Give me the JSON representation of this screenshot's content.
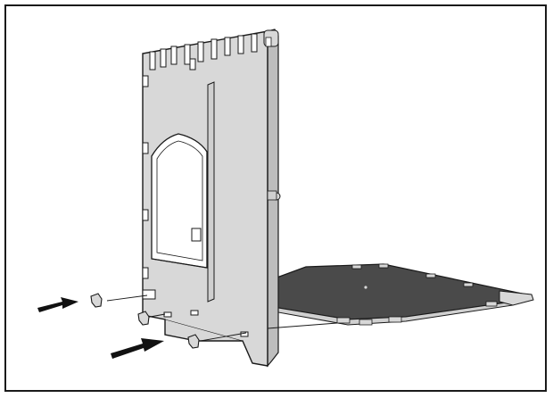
{
  "figure": {
    "description_visible_text": "",
    "parts": [
      {
        "name": "back-panel",
        "fill": "#d6d6d6"
      },
      {
        "name": "base-tray",
        "fill": "#3f3f3f"
      },
      {
        "name": "clip-fastener",
        "count": 3
      },
      {
        "name": "arrow",
        "count": 2
      }
    ],
    "colors": {
      "line": "#1a1a1a",
      "panel": "#d8d8d8",
      "panel_edge": "#bdbdbd",
      "tray_top": "#4a4a4a",
      "tray_edge": "#d0d0d0",
      "arrow": "#111111"
    }
  }
}
